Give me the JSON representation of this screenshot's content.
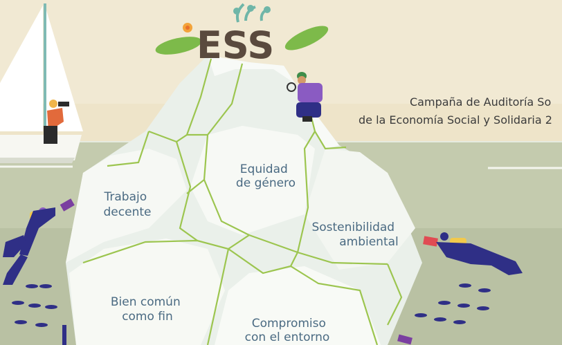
{
  "logo": {
    "text": "ESS"
  },
  "campaign": {
    "line1": "Campaña de Auditoría So",
    "line2": "de la Economía Social y Solidaria 2"
  },
  "iceberg_sections": {
    "trabajo": [
      "Trabajo",
      "decente"
    ],
    "equidad": [
      "Equidad",
      "de género"
    ],
    "sostenibilidad": [
      "Sostenibilidad",
      "ambiental"
    ],
    "bien_comun": [
      "Bien común",
      "como fin"
    ],
    "compromiso": [
      "Compromiso",
      "con el entorno"
    ]
  },
  "colors": {
    "sky": "#f1e9d3",
    "sea": "#c3cbad",
    "ice": "#eef3ee",
    "ice_lines": "#8fbf45",
    "diver": "#2f2f86",
    "label_text": "#4a6a82"
  }
}
